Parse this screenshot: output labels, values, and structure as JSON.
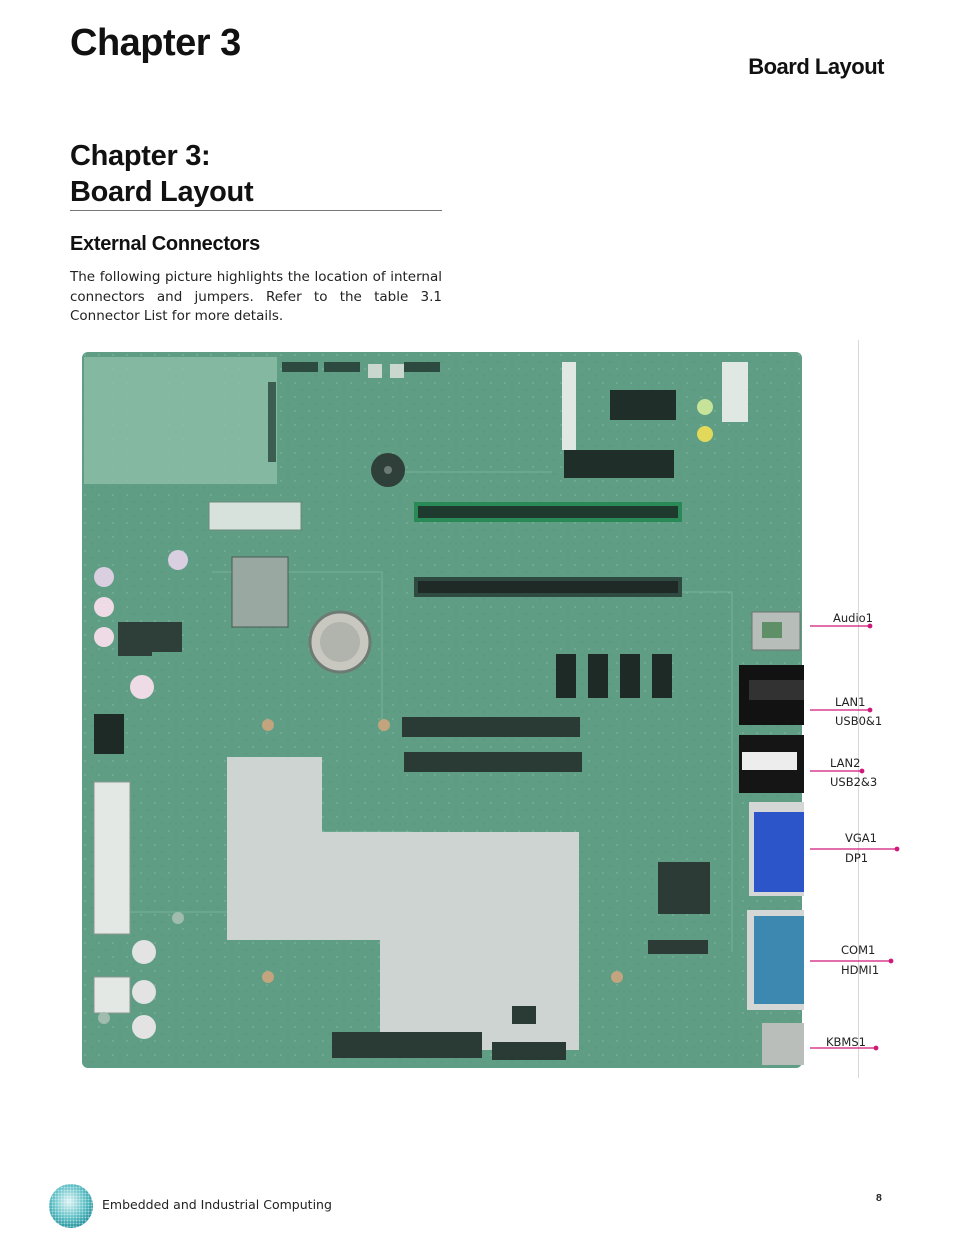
{
  "header": {
    "chapter": "Chapter 3",
    "section": "Board Layout"
  },
  "main": {
    "chapter_title_line1": "Chapter 3:",
    "chapter_title_line2": "Board Layout",
    "subheading": "External Connectors",
    "paragraph": "The following picture highlights the location of internal connectors and jumpers. Refer to the table 3.1 Connector List for more details."
  },
  "connectors": {
    "audio": "Audio1",
    "lan1": "LAN1",
    "usb01": "USB0&1",
    "lan2": "LAN2",
    "usb23": "USB2&3",
    "vga": "VGA1",
    "dp": "DP1",
    "com": "COM1",
    "hdmi": "HDMI1",
    "kbms": "KBMS1"
  },
  "colors": {
    "board": "#5e9c83",
    "leader": "#d0187a"
  },
  "footer": {
    "company": "Embedded and Industrial Computing",
    "page": "8"
  }
}
